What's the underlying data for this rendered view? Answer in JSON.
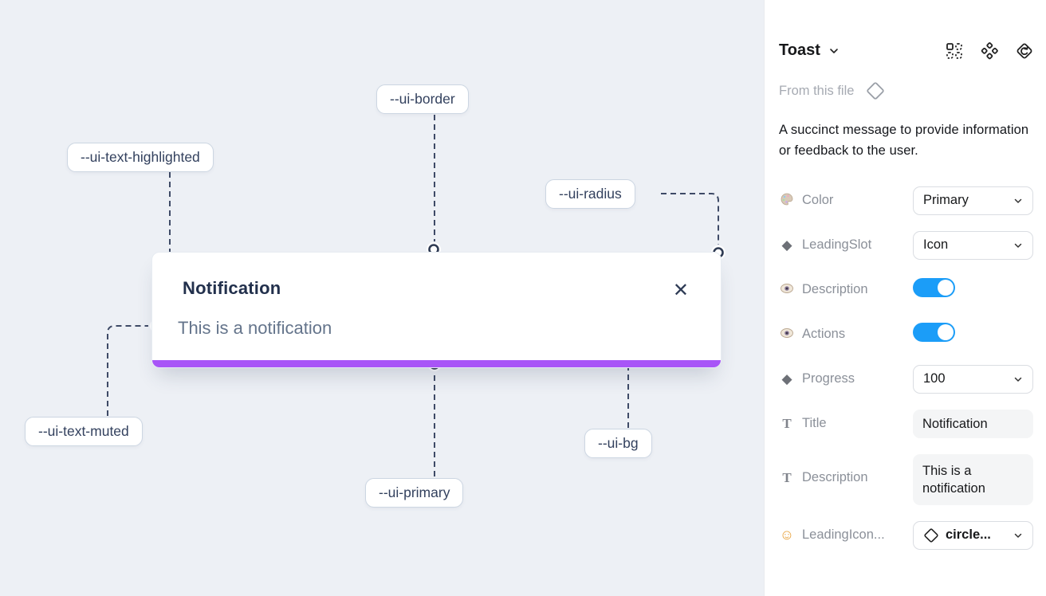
{
  "canvas": {
    "toast": {
      "title": "Notification",
      "description": "This is a notification",
      "close_icon": "✕"
    },
    "annotations": [
      {
        "var": "--ui-text-highlighted"
      },
      {
        "var": "--ui-border"
      },
      {
        "var": "--ui-radius"
      },
      {
        "var": "--ui-text-muted"
      },
      {
        "var": "--ui-primary"
      },
      {
        "var": "--ui-bg"
      }
    ]
  },
  "panel": {
    "title": "Toast",
    "header_icons": [
      "component-props-icon",
      "component-icon",
      "instance-swap-icon"
    ],
    "source": "From this file",
    "description": "A succinct message to provide information or feedback to the user.",
    "rows": [
      {
        "icon": "palette-icon",
        "label": "Color",
        "type": "select",
        "value": "Primary"
      },
      {
        "icon": "diamond-icon",
        "label": "LeadingSlot",
        "type": "select",
        "value": "Icon"
      },
      {
        "icon": "eye-icon",
        "label": "Description",
        "type": "toggle",
        "value": true
      },
      {
        "icon": "eye-icon",
        "label": "Actions",
        "type": "toggle",
        "value": true
      },
      {
        "icon": "diamond-icon",
        "label": "Progress",
        "type": "select",
        "value": "100"
      },
      {
        "icon": "type-icon",
        "label": "Title",
        "type": "text",
        "value": "Notification"
      },
      {
        "icon": "type-icon",
        "label": "Description",
        "type": "text",
        "value": "This is a notification"
      },
      {
        "icon": "smiley-icon",
        "label": "LeadingIcon...",
        "type": "instance-select",
        "value": "circle..."
      }
    ]
  },
  "colors": {
    "canvas_bg": "#edf0f5",
    "primary_purple": "#a855f7",
    "toggle_blue": "#1b9df8",
    "title_navy": "#22304c",
    "muted_slate": "#64748b",
    "wire_slate": "#3e4a66"
  }
}
